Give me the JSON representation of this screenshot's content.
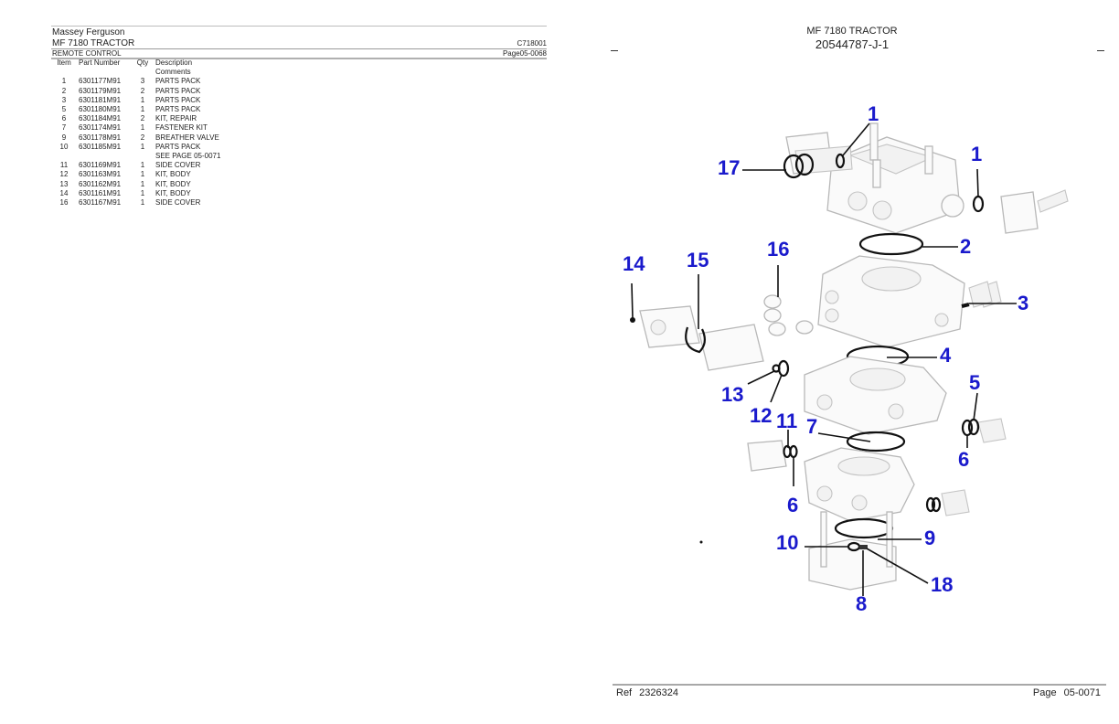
{
  "left_page": {
    "brand": "Massey Ferguson",
    "model": "MF 7180 TRACTOR",
    "code": "C718001",
    "section": "REMOTE CONTROL",
    "page": "Page05-0068",
    "columns": {
      "item": "Item",
      "part_number": "Part Number",
      "qty": "Qty",
      "description": "Description",
      "comments": "Comments"
    },
    "rows": [
      {
        "item": "1",
        "part": "6301177M91",
        "qty": "3",
        "desc": "PARTS PACK"
      },
      {
        "item": "2",
        "part": "6301179M91",
        "qty": "2",
        "desc": "PARTS PACK"
      },
      {
        "item": "3",
        "part": "6301181M91",
        "qty": "1",
        "desc": "PARTS PACK"
      },
      {
        "item": "5",
        "part": "6301180M91",
        "qty": "1",
        "desc": "PARTS PACK"
      },
      {
        "item": "6",
        "part": "6301184M91",
        "qty": "2",
        "desc": "KIT, REPAIR"
      },
      {
        "item": "7",
        "part": "6301174M91",
        "qty": "1",
        "desc": "FASTENER KIT"
      },
      {
        "item": "9",
        "part": "6301178M91",
        "qty": "2",
        "desc": "BREATHER VALVE"
      },
      {
        "item": "10",
        "part": "6301185M91",
        "qty": "1",
        "desc": "PARTS PACK",
        "comment": "SEE PAGE 05-0071"
      },
      {
        "item": "11",
        "part": "6301169M91",
        "qty": "1",
        "desc": "SIDE COVER"
      },
      {
        "item": "12",
        "part": "6301163M91",
        "qty": "1",
        "desc": "KIT, BODY"
      },
      {
        "item": "13",
        "part": "6301162M91",
        "qty": "1",
        "desc": "KIT, BODY"
      },
      {
        "item": "14",
        "part": "6301161M91",
        "qty": "1",
        "desc": "KIT, BODY"
      },
      {
        "item": "16",
        "part": "6301167M91",
        "qty": "1",
        "desc": "SIDE COVER"
      }
    ]
  },
  "right_page": {
    "title": "MF 7180 TRACTOR",
    "drawing_number": "20544787-J-1",
    "callouts": [
      "1",
      "1",
      "17",
      "2",
      "16",
      "14",
      "15",
      "3",
      "4",
      "13",
      "12",
      "5",
      "11",
      "7",
      "6",
      "6",
      "10",
      "9",
      "18",
      "8"
    ],
    "footer": {
      "ref_label": "Ref",
      "ref_value": "2326324",
      "page_label": "Page",
      "page_value": "05-0071"
    }
  },
  "colors": {
    "callout": "#1a1acc",
    "rule": "#a8a8a8"
  }
}
